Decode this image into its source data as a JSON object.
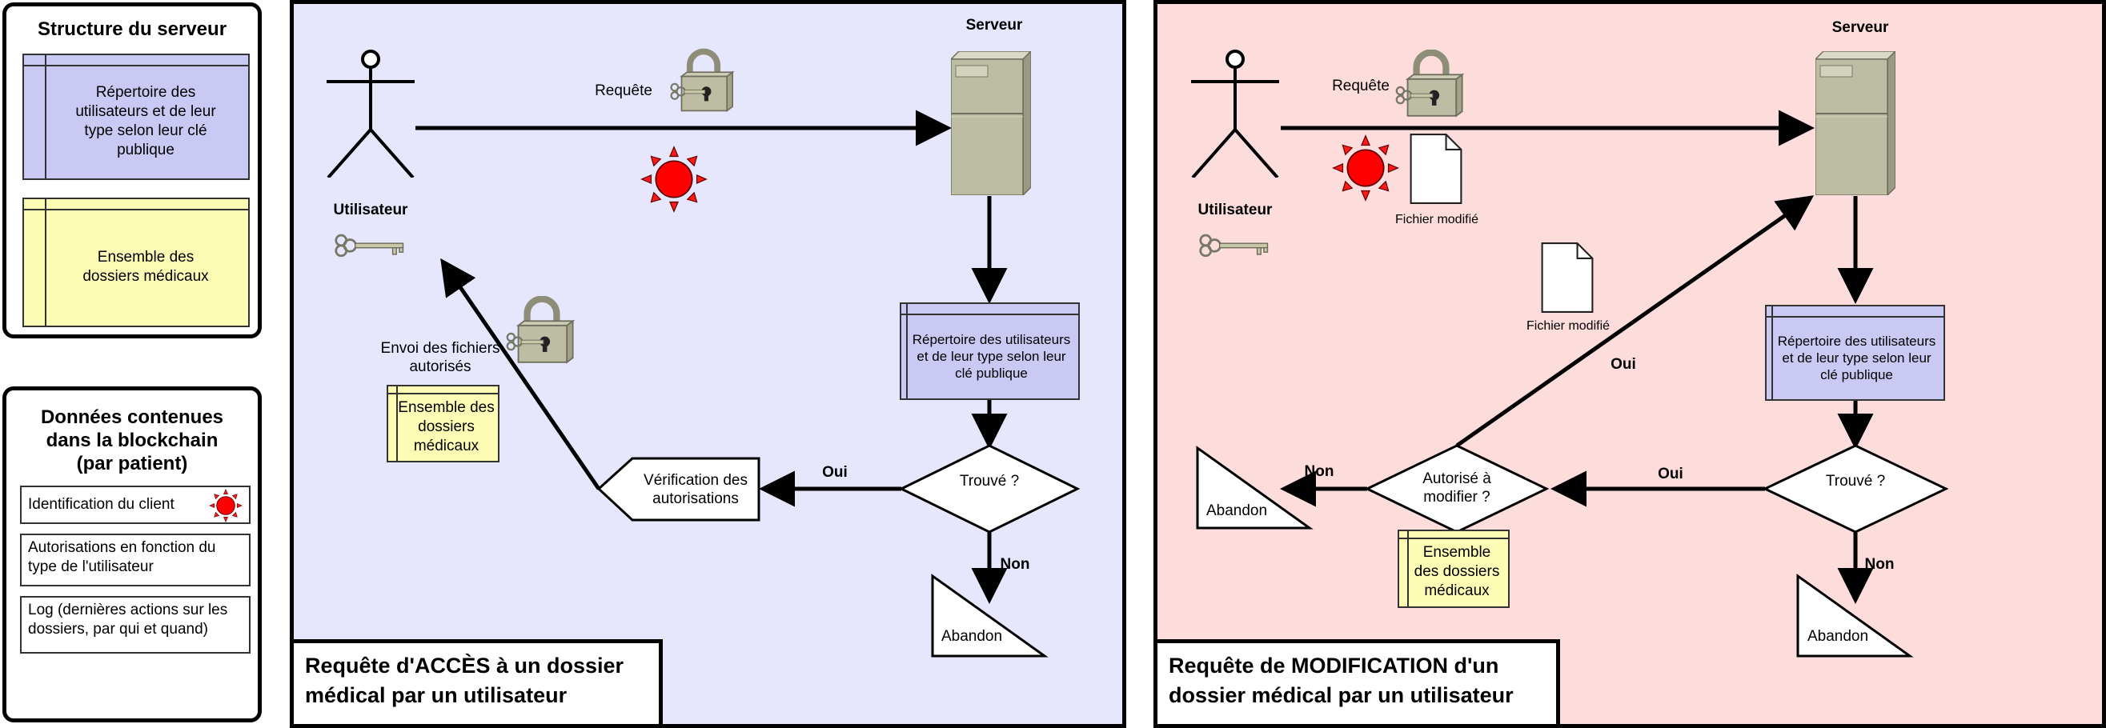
{
  "legend": {
    "server_title": "Structure du serveur",
    "users_store": "Répertoire des utilisateurs et de leur type selon leur clé publique",
    "records_store": "Ensemble des dossiers médicaux",
    "blockchain_title": "Données contenues dans la blockchain (par patient)",
    "items": [
      "Identification du client",
      "Autorisations en fonction du type de l'utilisateur",
      "Log (dernières actions sur les dossiers, par qui et quand)"
    ]
  },
  "access": {
    "caption": "Requête d'ACCÈS à un dossier médical par un utilisateur",
    "server_label": "Serveur",
    "user_label": "Utilisateur",
    "request_label": "Requête",
    "users_store": "Répertoire des utilisateurs et de leur type selon leur clé publique",
    "decision_found": "Trouvé ?",
    "yes": "Oui",
    "no": "Non",
    "abandon": "Abandon",
    "verification": "Vérification des autorisations",
    "send_label": "Envoi des fichiers autorisés",
    "records_store": "Ensemble des dossiers médicaux"
  },
  "modify": {
    "caption": "Requête de MODIFICATION d'un dossier médical par un utilisateur",
    "server_label": "Serveur",
    "user_label": "Utilisateur",
    "request_label": "Requête",
    "modified_file_1": "Fichier modifié",
    "modified_file_2": "Fichier modifié",
    "users_store": "Répertoire des utilisateurs et de leur type selon leur clé publique",
    "decision_found": "Trouvé ?",
    "yes_found": "Oui",
    "no_found": "Non",
    "abandon_found": "Abandon",
    "decision_authorized": "Autorisé à modifier ?",
    "yes_authorized": "Oui",
    "no_authorized": "Non",
    "abandon_authorized": "Abandon",
    "records_store": "Ensemble des dossiers médicaux"
  },
  "colors": {
    "access_bg": "#e6e6fd",
    "modify_bg": "#fddcdc",
    "users_store": "#c9c9f4",
    "records_store": "#fdfcb4",
    "sun": "#ff0000",
    "server": "#bdbda4"
  },
  "icons": [
    "stick-figure-icon",
    "key-icon",
    "padlock-icon",
    "red-sun-icon",
    "server-tower-icon",
    "document-icon"
  ]
}
